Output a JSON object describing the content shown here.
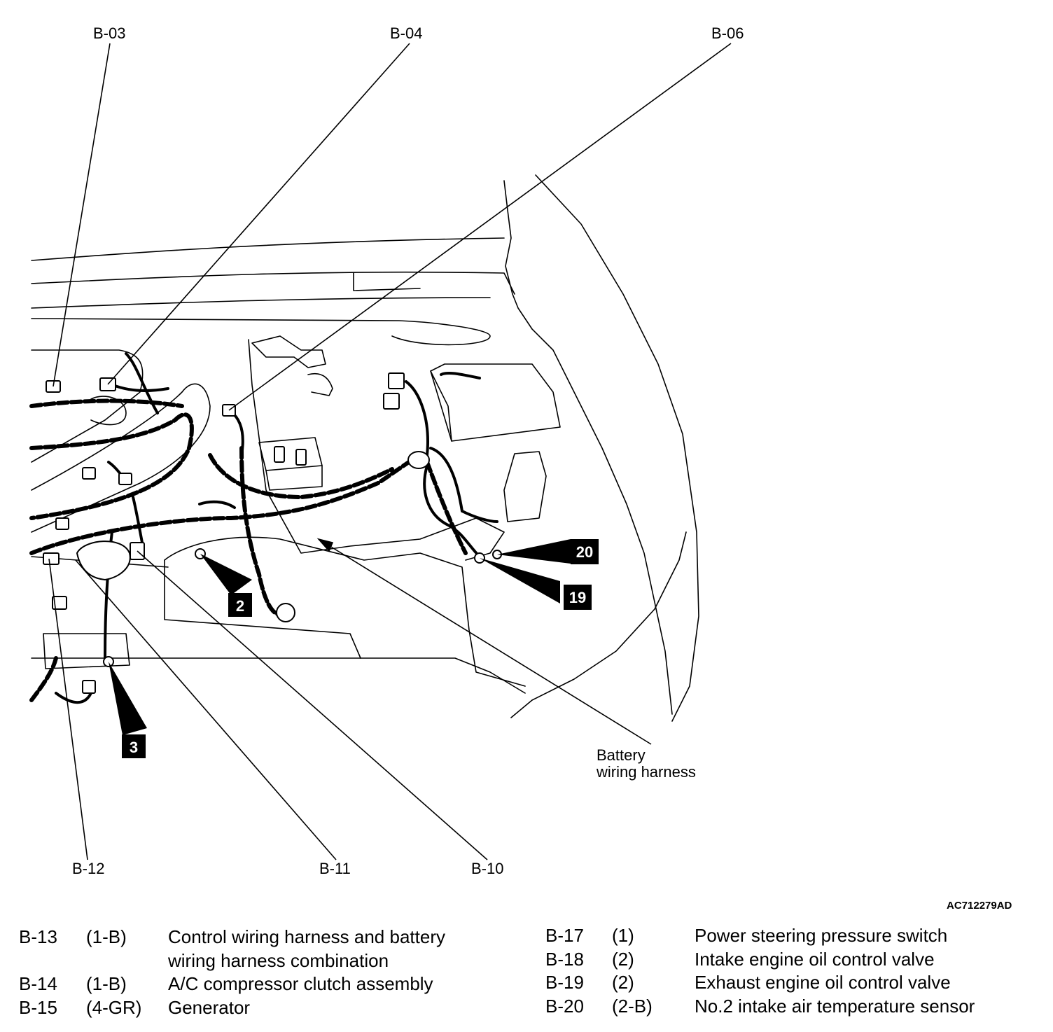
{
  "labels": {
    "b03": "B-03",
    "b04": "B-04",
    "b06": "B-06",
    "b12": "B-12",
    "b11": "B-11",
    "b10": "B-10",
    "battery_line1": "Battery",
    "battery_line2": "wiring harness"
  },
  "callouts": {
    "c2": "2",
    "c3": "3",
    "c19": "19",
    "c20": "20"
  },
  "figure_code": "AC712279AD",
  "legend_left": [
    {
      "id": "B-13",
      "spec": "(1-B)",
      "desc": "Control wiring harness and battery",
      "desc2": "wiring harness combination"
    },
    {
      "id": "B-14",
      "spec": "(1-B)",
      "desc": "A/C compressor clutch assembly",
      "desc2": ""
    },
    {
      "id": "B-15",
      "spec": "(4-GR)",
      "desc": "Generator",
      "desc2": ""
    }
  ],
  "legend_right": [
    {
      "id": "B-17",
      "spec": "(1)",
      "desc": "Power steering pressure switch"
    },
    {
      "id": "B-18",
      "spec": "(2)",
      "desc": "Intake engine oil control valve"
    },
    {
      "id": "B-19",
      "spec": "(2)",
      "desc": "Exhaust engine oil control valve"
    },
    {
      "id": "B-20",
      "spec": "(2-B)",
      "desc": "No.2 intake air temperature sensor"
    }
  ]
}
